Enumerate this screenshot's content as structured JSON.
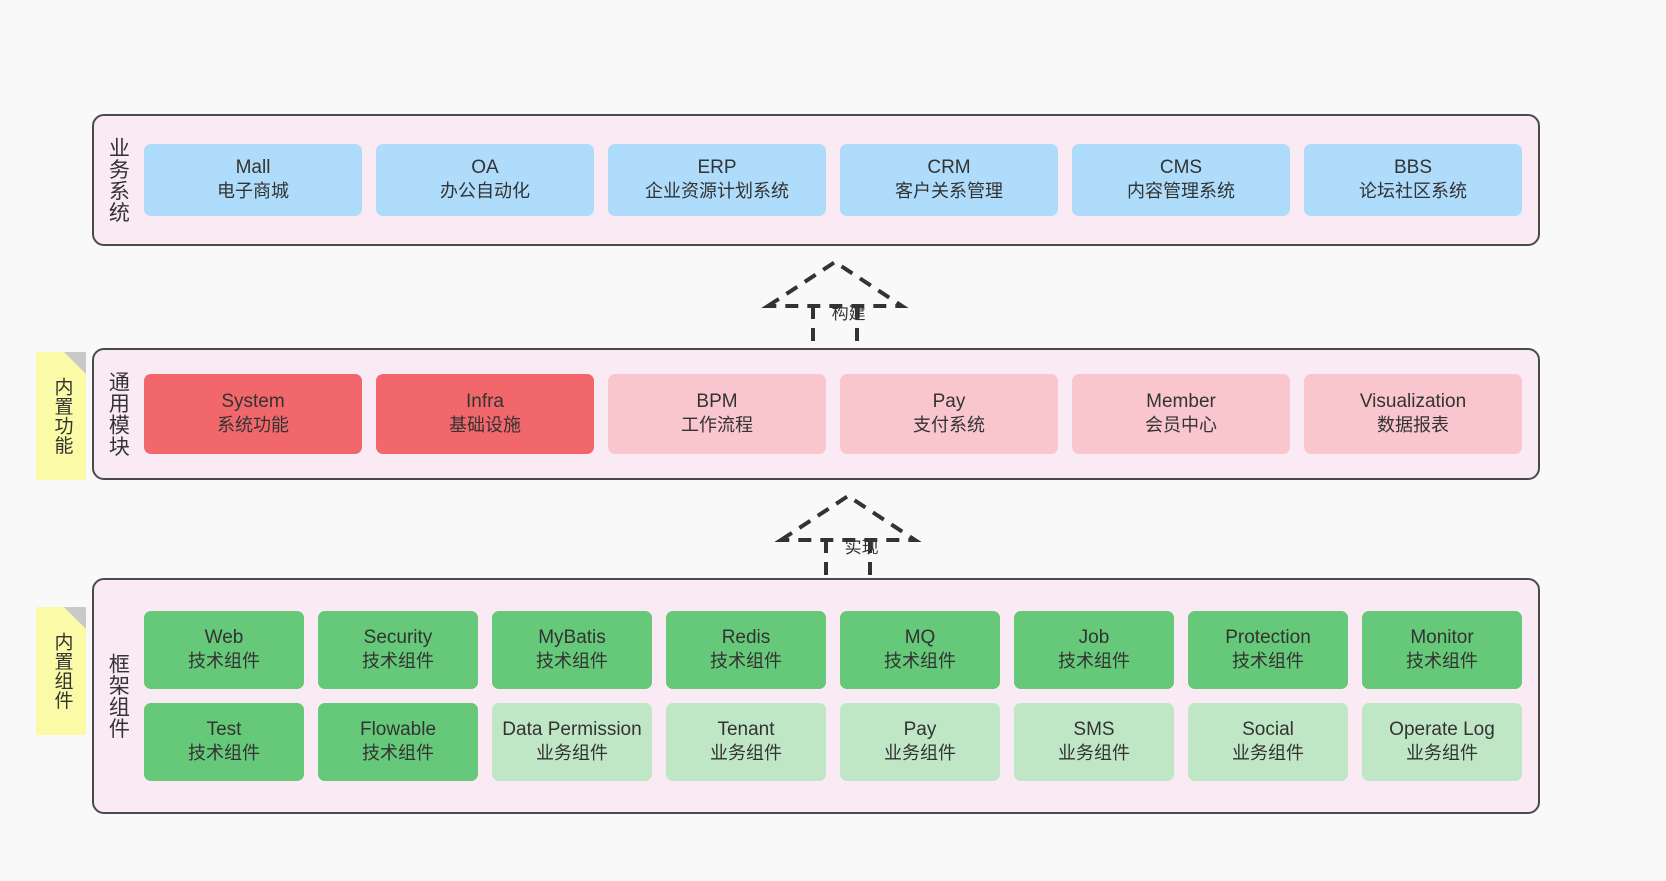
{
  "diagram": {
    "background_color": "#f9f9f9",
    "band_color": "#f9eaf4",
    "band_border_color": "#4a4a4a",
    "sticky_color": "#fbfaa6"
  },
  "layers": [
    {
      "id": "business-systems",
      "label": "业务系统",
      "rows": [
        {
          "nodes": [
            {
              "en": "Mall",
              "cn": "电子商城",
              "color": "#aedcfa",
              "style": "c-blue"
            },
            {
              "en": "OA",
              "cn": "办公自动化",
              "color": "#aedcfa",
              "style": "c-blue"
            },
            {
              "en": "ERP",
              "cn": "企业资源计划系统",
              "color": "#aedcfa",
              "style": "c-blue"
            },
            {
              "en": "CRM",
              "cn": "客户关系管理",
              "color": "#aedcfa",
              "style": "c-blue"
            },
            {
              "en": "CMS",
              "cn": "内容管理系统",
              "color": "#aedcfa",
              "style": "c-blue"
            },
            {
              "en": "BBS",
              "cn": "论坛社区系统",
              "color": "#aedcfa",
              "style": "c-blue"
            }
          ]
        }
      ]
    },
    {
      "id": "common-modules",
      "label": "通用模块",
      "sticky": "内置功能",
      "rows": [
        {
          "nodes": [
            {
              "en": "System",
              "cn": "系统功能",
              "color": "#f2676b",
              "style": "c-red"
            },
            {
              "en": "Infra",
              "cn": "基础设施",
              "color": "#f2676b",
              "style": "c-red"
            },
            {
              "en": "BPM",
              "cn": "工作流程",
              "color": "#fac6cd",
              "style": "c-pink"
            },
            {
              "en": "Pay",
              "cn": "支付系统",
              "color": "#fac6cd",
              "style": "c-pink"
            },
            {
              "en": "Member",
              "cn": "会员中心",
              "color": "#fac6cd",
              "style": "c-pink"
            },
            {
              "en": "Visualization",
              "cn": "数据报表",
              "color": "#fac6cd",
              "style": "c-pink"
            }
          ]
        }
      ]
    },
    {
      "id": "framework-components",
      "label": "框架组件",
      "sticky": "内置组件",
      "rows": [
        {
          "nodes": [
            {
              "en": "Web",
              "cn": "技术组件",
              "color": "#66c879",
              "style": "c-green"
            },
            {
              "en": "Security",
              "cn": "技术组件",
              "color": "#66c879",
              "style": "c-green"
            },
            {
              "en": "MyBatis",
              "cn": "技术组件",
              "color": "#66c879",
              "style": "c-green"
            },
            {
              "en": "Redis",
              "cn": "技术组件",
              "color": "#66c879",
              "style": "c-green"
            },
            {
              "en": "MQ",
              "cn": "技术组件",
              "color": "#66c879",
              "style": "c-green"
            },
            {
              "en": "Job",
              "cn": "技术组件",
              "color": "#66c879",
              "style": "c-green"
            },
            {
              "en": "Protection",
              "cn": "技术组件",
              "color": "#66c879",
              "style": "c-green"
            },
            {
              "en": "Monitor",
              "cn": "技术组件",
              "color": "#66c879",
              "style": "c-green"
            }
          ]
        },
        {
          "nodes": [
            {
              "en": "Test",
              "cn": "技术组件",
              "color": "#66c879",
              "style": "c-green"
            },
            {
              "en": "Flowable",
              "cn": "技术组件",
              "color": "#66c879",
              "style": "c-green"
            },
            {
              "en": "Data Permission",
              "cn": "业务组件",
              "color": "#bfe7c5",
              "style": "c-lightgreen"
            },
            {
              "en": "Tenant",
              "cn": "业务组件",
              "color": "#bfe7c5",
              "style": "c-lightgreen"
            },
            {
              "en": "Pay",
              "cn": "业务组件",
              "color": "#bfe7c5",
              "style": "c-lightgreen"
            },
            {
              "en": "SMS",
              "cn": "业务组件",
              "color": "#bfe7c5",
              "style": "c-lightgreen"
            },
            {
              "en": "Social",
              "cn": "业务组件",
              "color": "#bfe7c5",
              "style": "c-lightgreen"
            },
            {
              "en": "Operate Log",
              "cn": "业务组件",
              "color": "#bfe7c5",
              "style": "c-lightgreen"
            }
          ]
        }
      ]
    }
  ],
  "connectors": [
    {
      "id": "build",
      "label": "构建"
    },
    {
      "id": "implement",
      "label": "实现"
    }
  ]
}
